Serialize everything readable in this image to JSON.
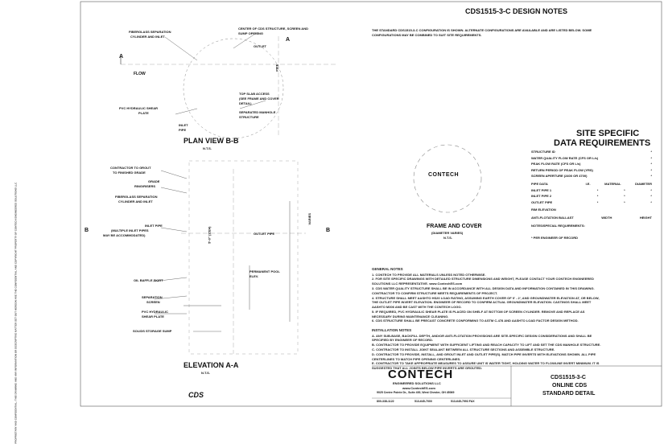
{
  "sheet": {
    "title": "CDS1515-3-C DESIGN NOTES",
    "intro": [
      "THE STANDARD CDS1515-3-C CONFIGURATION IS SHOWN. ALTERNATE CONFIGURATIONS ARE AVAILABLE AND ARE LISTED BELOW. SOME",
      "CONFIGURATIONS MAY BE COMBINED TO SUIT SITE REQUIREMENTS."
    ],
    "side_stamp": "PROPRIETARY AND CONFIDENTIAL: THIS DRAWING AND ANY INFORMATION OR DESCRIPTIVE MATTER SET OUT HEREON ARE THE CONFIDENTIAL AND COPYRIGHT PROPERTY OF CONTECH ENGINEERED SOLUTIONS LLC"
  },
  "plan_view": {
    "title": "PLAN VIEW B-B",
    "scale": "N.T.S.",
    "labels": {
      "fiberglass": [
        "FIBERGLASS SEPARATION",
        "CYLINDER AND INLET"
      ],
      "center": [
        "CENTER OF CDS STRUCTURE, SCREEN AND",
        "SUMP OPENING"
      ],
      "outlet": "OUTLET",
      "flow": "FLOW",
      "inlet_a": "A",
      "pipe": "PIPE",
      "top_slab": [
        "TOP SLAB ACCESS",
        "(SEE FRAME AND COVER",
        "DETAIL)"
      ],
      "stepwall": [
        "SEPARATED MANHOLE",
        "STRUCTURE"
      ],
      "pvc_hydraulic": [
        "PVC HYDRAULIC SHEAR",
        "PLATE"
      ],
      "inlet_pipe": [
        "INLET",
        "PIPE"
      ]
    }
  },
  "elevation": {
    "title": "ELEVATION A-A",
    "scale": "N.T.S.",
    "labels": {
      "contractor": [
        "CONTRACTOR TO GROUT",
        "TO FINISHED GRADE"
      ],
      "grade": [
        "GRADE",
        "RING/RISERS"
      ],
      "fiberglass": [
        "FIBERGLASS SEPARATION",
        "CYLINDER AND INLET"
      ],
      "inlet_pipe": [
        "INLET PIPE",
        "(MULTIPLE INLET PIPES",
        "MAY BE ACCOMMODATED)"
      ],
      "outlet_pipe": "OUTLET PIPE",
      "permanent_pool": [
        "PERMANENT POOL",
        "ELEV."
      ],
      "oil_baffle": "OIL BAFFLE SKIRT",
      "separation_screen": [
        "SEPARATION",
        "SCREEN"
      ],
      "pvc_hydraulic": [
        "PVC HYDRAULIC",
        "SHEAR PLATE"
      ],
      "solids": "SOLIDS STORAGE SUMP",
      "side_b": "B",
      "vertical_depth": "VARIES",
      "diameter": "5'-0\" (1524)"
    }
  },
  "frame_cover": {
    "title": "FRAME AND COVER",
    "subtitle": "(DIAMETER VARIES)",
    "scale": "N.T.S.",
    "brand": "CONTECH"
  },
  "site_specific": {
    "title_line1": "SITE SPECIFIC",
    "title_line2": "DATA REQUIREMENTS",
    "rows": [
      {
        "label": "STRUCTURE ID",
        "value": "*"
      },
      {
        "label": "WATER QUALITY FLOW RATE (CFS OR L/s)",
        "value": "*"
      },
      {
        "label": "PEAK FLOW RATE (CFS OR L/s)",
        "value": "*"
      },
      {
        "label": "RETURN PERIOD OF PEAK FLOW (YRS)",
        "value": "*"
      },
      {
        "label": "SCREEN APERTURE (2400 OR 4700)",
        "value": "*"
      }
    ],
    "pipe_header": [
      "PIPE DATA",
      "I.E.",
      "MATERIAL",
      "DIAMETER"
    ],
    "pipe_rows": [
      [
        "INLET PIPE 1",
        "*",
        "*",
        "*"
      ],
      [
        "INLET PIPE 2",
        "*",
        "*",
        "*"
      ],
      [
        "OUTLET PIPE",
        "*",
        "*",
        "*"
      ]
    ],
    "rim_label": "RIM ELEVATION",
    "anti_label": "ANTI-FLOTATION BALLAST",
    "anti_cols": [
      "WIDTH",
      "HEIGHT"
    ],
    "notes_label": "NOTES/SPECIAL REQUIREMENTS:",
    "footnote": "* PER ENGINEER OF RECORD"
  },
  "general_notes": {
    "title": "GENERAL NOTES",
    "lines": [
      "1. CONTECH TO PROVIDE ALL MATERIALS UNLESS NOTED OTHERWISE.",
      "2. FOR SITE SPECIFIC DRAWINGS WITH DETAILED STRUCTURE DIMENSIONS AND WEIGHT, PLEASE CONTACT YOUR CONTECH ENGINEERED",
      "   SOLUTIONS LLC REPRESENTATIVE. www.ContechES.com",
      "3. CDS WATER QUALITY STRUCTURE SHALL BE IN ACCORDANCE WITH ALL DESIGN DATA AND INFORMATION CONTAINED IN THIS DRAWING.",
      "   CONTRACTOR TO CONFIRM STRUCTURE MEETS REQUIREMENTS OF PROJECT.",
      "4. STRUCTURE SHALL MEET AASHTO HS20 LOAD RATING, ASSUMING EARTH COVER OF 0' - 2', AND GROUNDWATER ELEVATION AT, OR BELOW,",
      "   THE OUTLET PIPE INVERT ELEVATION. ENGINEER OF RECORD TO CONFIRM ACTUAL GROUNDWATER ELEVATION. CASTINGS SHALL MEET",
      "   AASHTO M306 AND BE CAST WITH THE CONTECH LOGO.",
      "5. IF REQUIRED, PVC HYDRAULIC SHEAR PLATE IS PLACED ON SHELF AT BOTTOM OF SCREEN CYLINDER. REMOVE AND REPLACE AS",
      "   NECESSARY DURING MAINTENANCE CLEANING.",
      "6. CDS STRUCTURE SHALL BE PRECAST CONCRETE CONFORMING TO ASTM C-478 AND AASHTO LOAD FACTOR DESIGN METHOD."
    ]
  },
  "install_notes": {
    "title": "INSTALLATION NOTES",
    "lines": [
      "A. ANY SUB-BASE, BACKFILL DEPTH, AND/OR ANTI-FLOTATION PROVISIONS ARE SITE-SPECIFIC DESIGN CONSIDERATIONS AND SHALL BE",
      "   SPECIFIED BY ENGINEER OF RECORD.",
      "B. CONTRACTOR TO PROVIDE EQUIPMENT WITH SUFFICIENT LIFTING AND REACH CAPACITY TO LIFT AND SET THE CDS MANHOLE STRUCTURE.",
      "C. CONTRACTOR TO INSTALL JOINT SEALANT BETWEEN ALL STRUCTURE SECTIONS AND ASSEMBLE STRUCTURE.",
      "D. CONTRACTOR TO PROVIDE, INSTALL, AND GROUT INLET AND OUTLET PIPE(S). MATCH PIPE INVERTS WITH ELEVATIONS SHOWN. ALL PIPE",
      "   CENTERLINES TO MATCH PIPE OPENING CENTERLINES.",
      "E. CONTRACTOR TO TAKE APPROPRIATE MEASURES TO ASSURE UNIT IS WATER TIGHT, HOLDING WATER TO FLOWLINE INVERT MINIMUM. IT IS",
      "   SUGGESTED THAT ALL JOINTS BELOW PIPE INVERTS ARE GROUTED."
    ]
  },
  "title_block": {
    "brand": "CONTECH",
    "brand_sub": "ENGINEERED SOLUTIONS LLC",
    "web": "www.ContechES.com",
    "address": "9025 Centre Pointe Dr., Suite 400, West Chester, OH 45069",
    "phones": [
      "800-338-1122",
      "513-645-7000",
      "513-645-7993 FAX"
    ],
    "drawing_title": [
      "CDS1515-3-C",
      "ONLINE CDS",
      "STANDARD DETAIL"
    ],
    "cds_logo": "CDS"
  }
}
